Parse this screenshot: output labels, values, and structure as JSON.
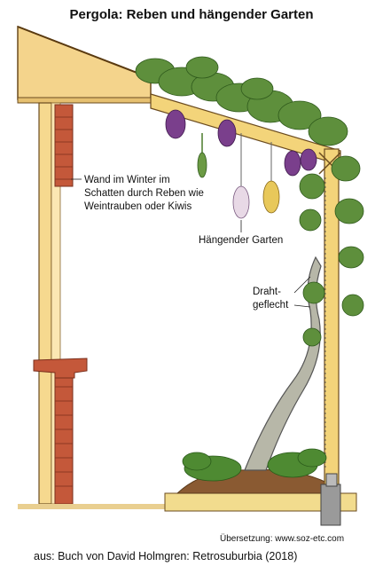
{
  "title": "Pergola: Reben und hängender Garten",
  "labels": {
    "wall_line1": "Wand im Winter im",
    "wall_line2": "Schatten durch Reben wie",
    "wall_line3": "Weintrauben oder Kiwis",
    "hanging_garden": "Hängender Garten",
    "wire_line1": "Draht-",
    "wire_line2": "geflecht"
  },
  "translation_credit": "Übersetzung: www.soz-etc.com",
  "source": "aus: Buch von David Holmgren: Retrosuburbia (2018)"
}
